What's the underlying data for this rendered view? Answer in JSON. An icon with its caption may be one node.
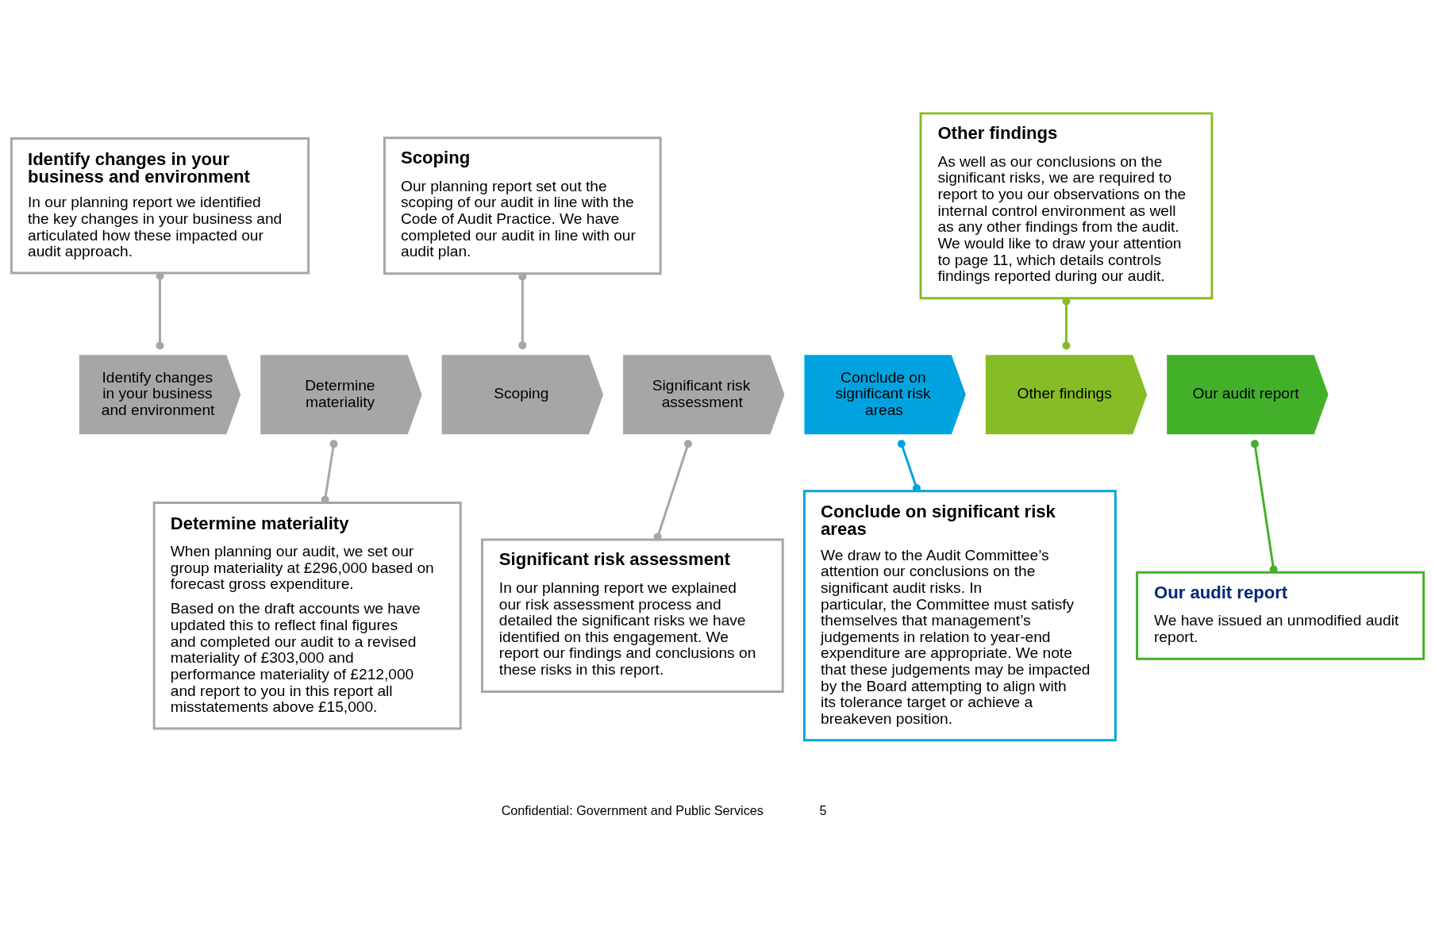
{
  "diagram": {
    "nodes": [
      {
        "text": [
          "Identify changes in your business and environment",
          "In our planning report we identified the key changes in your business and articulated how these impacted our audit approach."
        ]
      },
      {
        "text": [
          "Scoping",
          "Our planning report set out the scoping of our audit in line with the Code of Audit Practice. We have completed our audit in line with our audit plan."
        ]
      },
      {
        "text": [
          "Other findings",
          "As well as our conclusions on the significant risks, we are required to report to you our observations on the internal control environment as well as any other findings from the audit. We would like to draw your attention to page 11, which details controls findings reported during our audit."
        ]
      },
      {
        "text": [
          "Identify changes in your business and environment"
        ]
      },
      {
        "text": [
          "Determine materiality"
        ]
      },
      {
        "text": [
          "Scoping"
        ]
      },
      {
        "text": [
          "Significant risk assessment"
        ]
      },
      {
        "text": [
          "Conclude on significant risk areas"
        ]
      },
      {
        "text": [
          "Other findings"
        ]
      },
      {
        "text": [
          "Our audit report"
        ]
      },
      {
        "text": [
          "Determine materiality",
          "When planning our audit, we set our group materiality at £296,000 based on forecast gross expenditure.",
          "Based on the draft accounts we have updated this to reflect final figures and completed our audit to a revised materiality of £303,000 and performance materiality of £212,000 and report to you in this report all misstatements above £15,000."
        ]
      },
      {
        "text": [
          "Significant risk assessment",
          "In our planning report we explained our risk assessment process and detailed the significant risks we have identified on this engagement. We report our findings and conclusions on these risks in this report."
        ]
      },
      {
        "text": [
          "Conclude on significant risk areas",
          "We draw to the Audit Committee’s attention our conclusions on the significant audit risks. In particular, the Committee must satisfy themselves that management’s judgements in relation to year-end expenditure are appropriate. We note that these judgements may be impacted by the Board attempting to align with its tolerance target or achieve a breakeven position."
        ]
      },
      {
        "text": [
          "Our audit report",
          "We have issued an unmodified audit report."
        ]
      }
    ],
    "edges": [
      {
        "from": 0,
        "to": 3,
        "arrow": "other"
      },
      {
        "from": 1,
        "to": 5,
        "arrow": "other"
      },
      {
        "from": 2,
        "to": 8,
        "arrow": "other",
        "color": "#86bc25"
      },
      {
        "from": 4,
        "to": 10,
        "arrow": "other"
      },
      {
        "from": 6,
        "to": 11,
        "arrow": "other"
      },
      {
        "from": 7,
        "to": 12,
        "arrow": "other",
        "color": "#00a3e0"
      },
      {
        "from": 9,
        "to": 13,
        "arrow": "other",
        "color": "#43b02a"
      }
    ],
    "labels": [
      "Confidential: Government and Public Services",
      "5"
    ]
  }
}
